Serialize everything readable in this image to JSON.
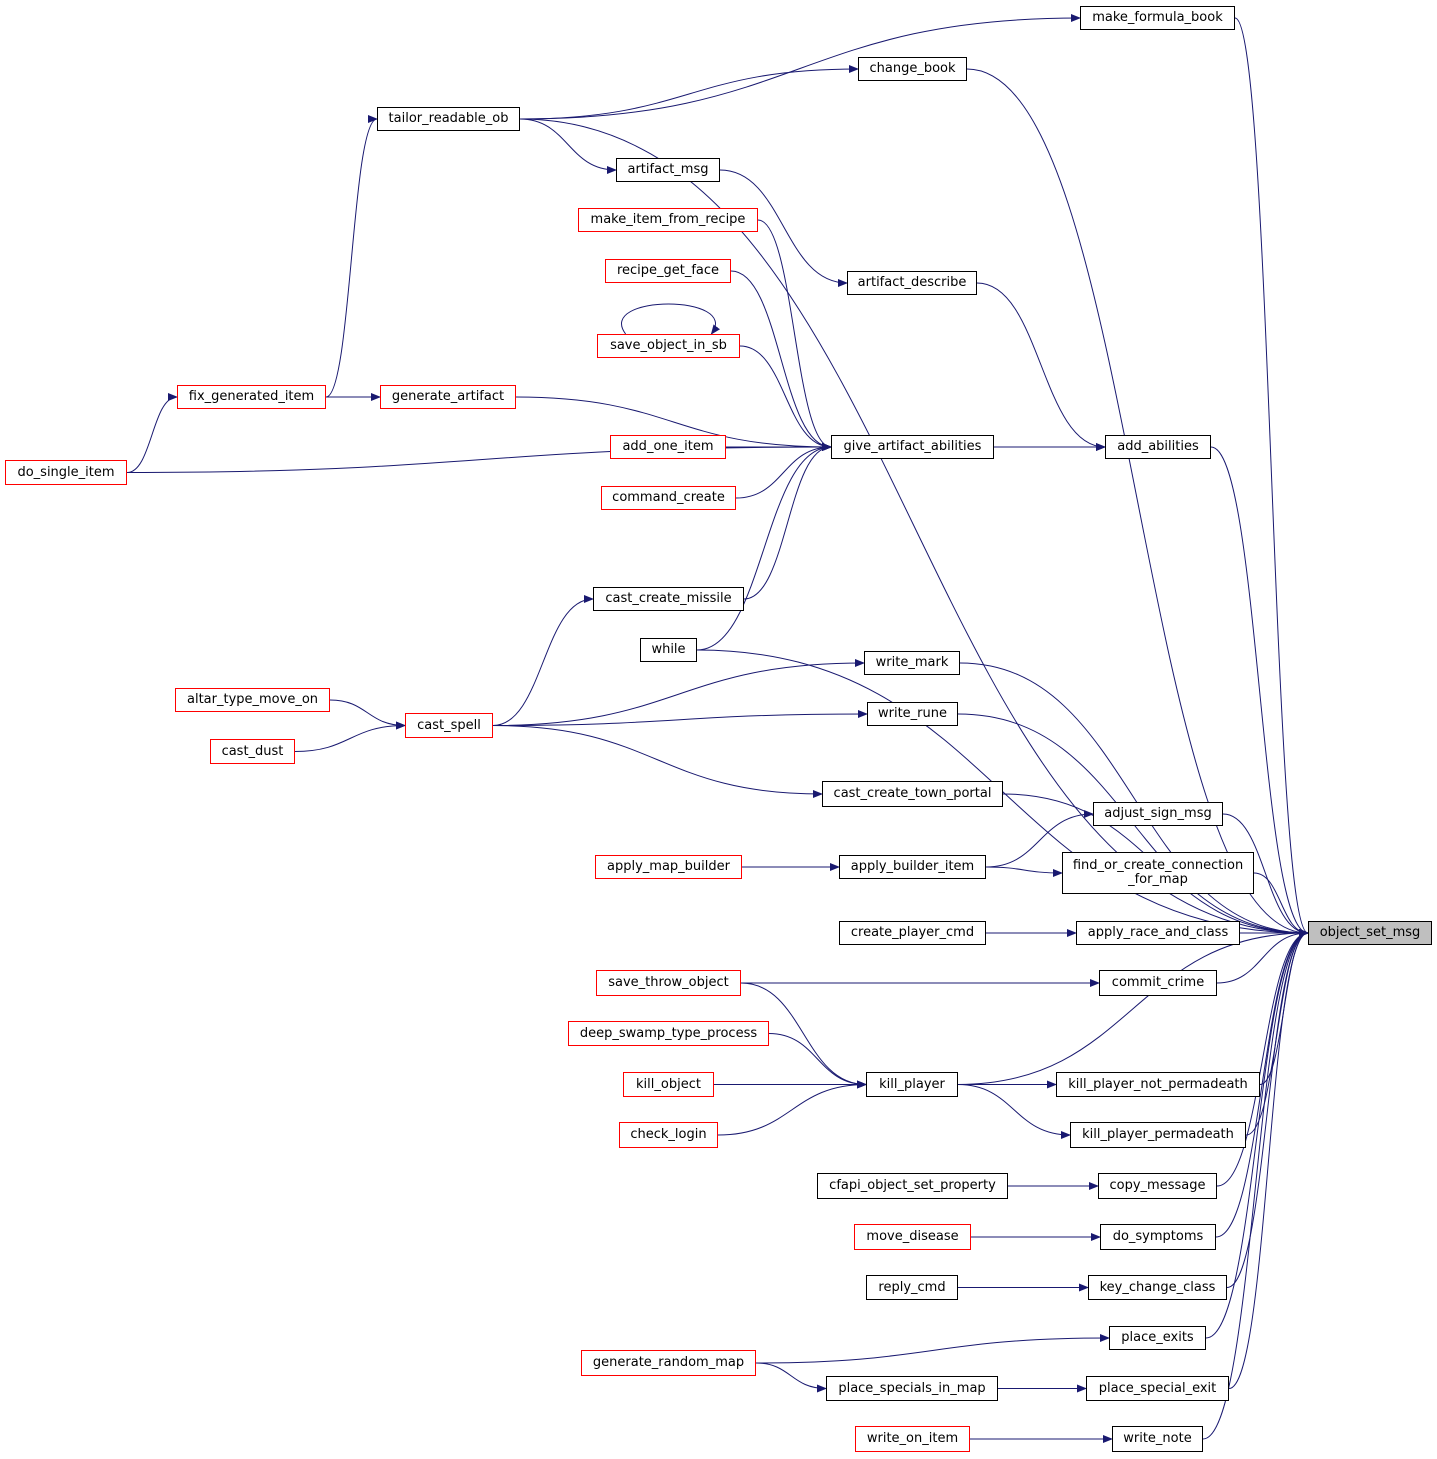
{
  "colors": {
    "edge": "#191970",
    "normal_border": "#000000",
    "external_border": "#ff0000",
    "focus_fill": "#bfbfbf"
  },
  "nodes": {
    "object_set_msg": {
      "label": "object_set_msg",
      "style": "focus"
    },
    "make_formula_book": {
      "label": "make_formula_book",
      "style": "black"
    },
    "change_book": {
      "label": "change_book",
      "style": "black"
    },
    "tailor_readable_ob": {
      "label": "tailor_readable_ob",
      "style": "black"
    },
    "artifact_msg": {
      "label": "artifact_msg",
      "style": "black"
    },
    "make_item_from_recipe": {
      "label": "make_item_from_recipe",
      "style": "red"
    },
    "recipe_get_face": {
      "label": "recipe_get_face",
      "style": "red"
    },
    "artifact_describe": {
      "label": "artifact_describe",
      "style": "black"
    },
    "save_object_in_sb": {
      "label": "save_object_in_sb",
      "style": "red"
    },
    "fix_generated_item": {
      "label": "fix_generated_item",
      "style": "red"
    },
    "generate_artifact": {
      "label": "generate_artifact",
      "style": "red"
    },
    "add_one_item": {
      "label": "add_one_item",
      "style": "red"
    },
    "give_artifact_abilities": {
      "label": "give_artifact_abilities",
      "style": "black"
    },
    "add_abilities": {
      "label": "add_abilities",
      "style": "black"
    },
    "do_single_item": {
      "label": "do_single_item",
      "style": "red"
    },
    "command_create": {
      "label": "command_create",
      "style": "red"
    },
    "cast_create_missile": {
      "label": "cast_create_missile",
      "style": "black"
    },
    "while": {
      "label": "while",
      "style": "black"
    },
    "write_mark": {
      "label": "write_mark",
      "style": "black"
    },
    "altar_type_move_on": {
      "label": "altar_type_move_on",
      "style": "red"
    },
    "cast_spell": {
      "label": "cast_spell",
      "style": "red"
    },
    "write_rune": {
      "label": "write_rune",
      "style": "black"
    },
    "cast_dust": {
      "label": "cast_dust",
      "style": "red"
    },
    "cast_create_town_portal": {
      "label": "cast_create_town_portal",
      "style": "black"
    },
    "adjust_sign_msg": {
      "label": "adjust_sign_msg",
      "style": "black"
    },
    "apply_map_builder": {
      "label": "apply_map_builder",
      "style": "red"
    },
    "apply_builder_item": {
      "label": "apply_builder_item",
      "style": "black"
    },
    "find_or_create_connection_for_map": {
      "label": "find_or_create_connection\n_for_map",
      "style": "black"
    },
    "create_player_cmd": {
      "label": "create_player_cmd",
      "style": "black"
    },
    "apply_race_and_class": {
      "label": "apply_race_and_class",
      "style": "black"
    },
    "save_throw_object": {
      "label": "save_throw_object",
      "style": "red"
    },
    "commit_crime": {
      "label": "commit_crime",
      "style": "black"
    },
    "deep_swamp_type_process": {
      "label": "deep_swamp_type_process",
      "style": "red"
    },
    "kill_object": {
      "label": "kill_object",
      "style": "red"
    },
    "kill_player": {
      "label": "kill_player",
      "style": "black"
    },
    "kill_player_not_permadeath": {
      "label": "kill_player_not_permadeath",
      "style": "black"
    },
    "check_login": {
      "label": "check_login",
      "style": "red"
    },
    "kill_player_permadeath": {
      "label": "kill_player_permadeath",
      "style": "black"
    },
    "cfapi_object_set_property": {
      "label": "cfapi_object_set_property",
      "style": "black"
    },
    "copy_message": {
      "label": "copy_message",
      "style": "black"
    },
    "move_disease": {
      "label": "move_disease",
      "style": "red"
    },
    "do_symptoms": {
      "label": "do_symptoms",
      "style": "black"
    },
    "reply_cmd": {
      "label": "reply_cmd",
      "style": "black"
    },
    "key_change_class": {
      "label": "key_change_class",
      "style": "black"
    },
    "place_exits": {
      "label": "place_exits",
      "style": "black"
    },
    "generate_random_map": {
      "label": "generate_random_map",
      "style": "red"
    },
    "place_specials_in_map": {
      "label": "place_specials_in_map",
      "style": "black"
    },
    "place_special_exit": {
      "label": "place_special_exit",
      "style": "black"
    },
    "write_on_item": {
      "label": "write_on_item",
      "style": "red"
    },
    "write_note": {
      "label": "write_note",
      "style": "black"
    }
  },
  "edges": [
    [
      "make_formula_book",
      "object_set_msg"
    ],
    [
      "change_book",
      "object_set_msg"
    ],
    [
      "tailor_readable_ob",
      "object_set_msg"
    ],
    [
      "add_abilities",
      "object_set_msg"
    ],
    [
      "while",
      "object_set_msg"
    ],
    [
      "write_mark",
      "object_set_msg"
    ],
    [
      "write_rune",
      "object_set_msg"
    ],
    [
      "cast_create_town_portal",
      "object_set_msg"
    ],
    [
      "adjust_sign_msg",
      "object_set_msg"
    ],
    [
      "find_or_create_connection_for_map",
      "object_set_msg"
    ],
    [
      "apply_race_and_class",
      "object_set_msg"
    ],
    [
      "commit_crime",
      "object_set_msg"
    ],
    [
      "kill_player",
      "object_set_msg"
    ],
    [
      "kill_player_not_permadeath",
      "object_set_msg"
    ],
    [
      "kill_player_permadeath",
      "object_set_msg"
    ],
    [
      "copy_message",
      "object_set_msg"
    ],
    [
      "do_symptoms",
      "object_set_msg"
    ],
    [
      "key_change_class",
      "object_set_msg"
    ],
    [
      "place_exits",
      "object_set_msg"
    ],
    [
      "place_special_exit",
      "object_set_msg"
    ],
    [
      "write_note",
      "object_set_msg"
    ],
    [
      "tailor_readable_ob",
      "make_formula_book"
    ],
    [
      "tailor_readable_ob",
      "change_book"
    ],
    [
      "tailor_readable_ob",
      "artifact_msg"
    ],
    [
      "fix_generated_item",
      "tailor_readable_ob"
    ],
    [
      "do_single_item",
      "fix_generated_item"
    ],
    [
      "fix_generated_item",
      "generate_artifact"
    ],
    [
      "artifact_msg",
      "artifact_describe"
    ],
    [
      "artifact_describe",
      "add_abilities"
    ],
    [
      "give_artifact_abilities",
      "add_abilities"
    ],
    [
      "make_item_from_recipe",
      "give_artifact_abilities"
    ],
    [
      "recipe_get_face",
      "give_artifact_abilities"
    ],
    [
      "save_object_in_sb",
      "give_artifact_abilities"
    ],
    [
      "save_object_in_sb",
      "save_object_in_sb"
    ],
    [
      "generate_artifact",
      "give_artifact_abilities"
    ],
    [
      "add_one_item",
      "give_artifact_abilities"
    ],
    [
      "command_create",
      "give_artifact_abilities"
    ],
    [
      "do_single_item",
      "give_artifact_abilities"
    ],
    [
      "cast_create_missile",
      "give_artifact_abilities"
    ],
    [
      "while",
      "give_artifact_abilities"
    ],
    [
      "cast_spell",
      "cast_create_missile"
    ],
    [
      "cast_spell",
      "write_mark"
    ],
    [
      "cast_spell",
      "write_rune"
    ],
    [
      "cast_spell",
      "cast_create_town_portal"
    ],
    [
      "altar_type_move_on",
      "cast_spell"
    ],
    [
      "cast_dust",
      "cast_spell"
    ],
    [
      "apply_builder_item",
      "adjust_sign_msg"
    ],
    [
      "apply_builder_item",
      "find_or_create_connection_for_map"
    ],
    [
      "apply_map_builder",
      "apply_builder_item"
    ],
    [
      "create_player_cmd",
      "apply_race_and_class"
    ],
    [
      "save_throw_object",
      "commit_crime"
    ],
    [
      "save_throw_object",
      "kill_player"
    ],
    [
      "deep_swamp_type_process",
      "kill_player"
    ],
    [
      "kill_object",
      "kill_player"
    ],
    [
      "check_login",
      "kill_player"
    ],
    [
      "kill_player",
      "kill_player_not_permadeath"
    ],
    [
      "kill_player",
      "kill_player_permadeath"
    ],
    [
      "cfapi_object_set_property",
      "copy_message"
    ],
    [
      "move_disease",
      "do_symptoms"
    ],
    [
      "reply_cmd",
      "key_change_class"
    ],
    [
      "generate_random_map",
      "place_exits"
    ],
    [
      "generate_random_map",
      "place_specials_in_map"
    ],
    [
      "place_specials_in_map",
      "place_special_exit"
    ],
    [
      "write_on_item",
      "write_note"
    ]
  ]
}
